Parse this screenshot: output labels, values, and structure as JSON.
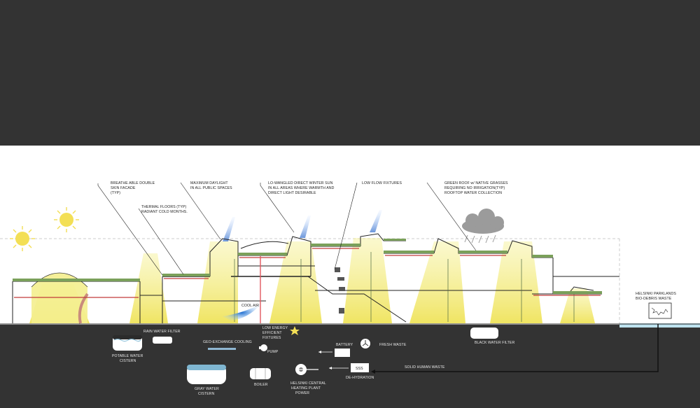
{
  "annotations_top": {
    "a1": [
      "BREATHE ABLE DOUBLE",
      "SKIN FACADE",
      "(TYP)"
    ],
    "a2": [
      "THERMAL FLOORS (TYP)",
      "RADIANT COLD MONTHS."
    ],
    "a3": [
      "MAXIMUM DAYLIGHT",
      "IN ALL PUBLIC SPACES"
    ],
    "a4": [
      "LO-WANGLED  DIRECT WINTER SUN",
      "IN ALL AREAS WHERE WARMTH AND",
      "DIRECT LIGHT DESIRABLE"
    ],
    "a5": [
      "LOW FLOW FIXTURES"
    ],
    "a6": [
      "GREEN ROOF  w/ NATIVE GRASSES",
      "REQUIRING NO IRRIGATION(TYP)",
      "ROOFTOP WATER COLLECTION"
    ]
  },
  "annotations_side": {
    "cool_air": "COOL AIR",
    "parklands": [
      "HELSINKI PARKLANDS",
      "BIO-DEBRIS WASTE"
    ]
  },
  "annotations_ground": {
    "low_energy": [
      "LOW ENERGY",
      "EFFICIENT",
      "FIXTURES"
    ],
    "rain_filter": "RAIN WATER FILTER",
    "potable": [
      "POTABLE WATER",
      "CISTERN"
    ],
    "geo": "GEO-EXCHANGE COOLING",
    "pump": "PUMP",
    "battery": "BATTERY",
    "fresh_waste": "FRESH WASTE",
    "black_filter": "BLACK WATER FILTER",
    "solid_waste": "SOLID HUMAN WASTE",
    "gray": [
      "GRAY WATER",
      "CISTERN"
    ],
    "boiler": "BOILER",
    "central": [
      "HELSINKI CENTRAL",
      "HEATING PLANT",
      "POWER"
    ],
    "dehydration": "DE-HYDRATION",
    "sss": "SSS"
  },
  "colors": {
    "sky": "#333333",
    "paper": "#ffffff",
    "ground": "#333333",
    "light_cone": "#f2ec7a",
    "grass": "#7aa05a",
    "red_line": "#c23b3b",
    "cool_air": "#3b7fc4",
    "water": "#bfe3ef"
  },
  "icons": [
    "sun-icon",
    "cloud-rain-icon",
    "star-icon",
    "fan-icon",
    "pump-icon",
    "valve-icon"
  ]
}
